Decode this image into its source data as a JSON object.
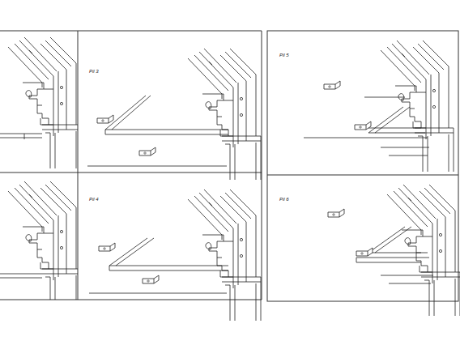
{
  "diagram": {
    "labels": [
      "Pil 3",
      "Pil 4",
      "Pil 5",
      "Pil 6"
    ]
  }
}
